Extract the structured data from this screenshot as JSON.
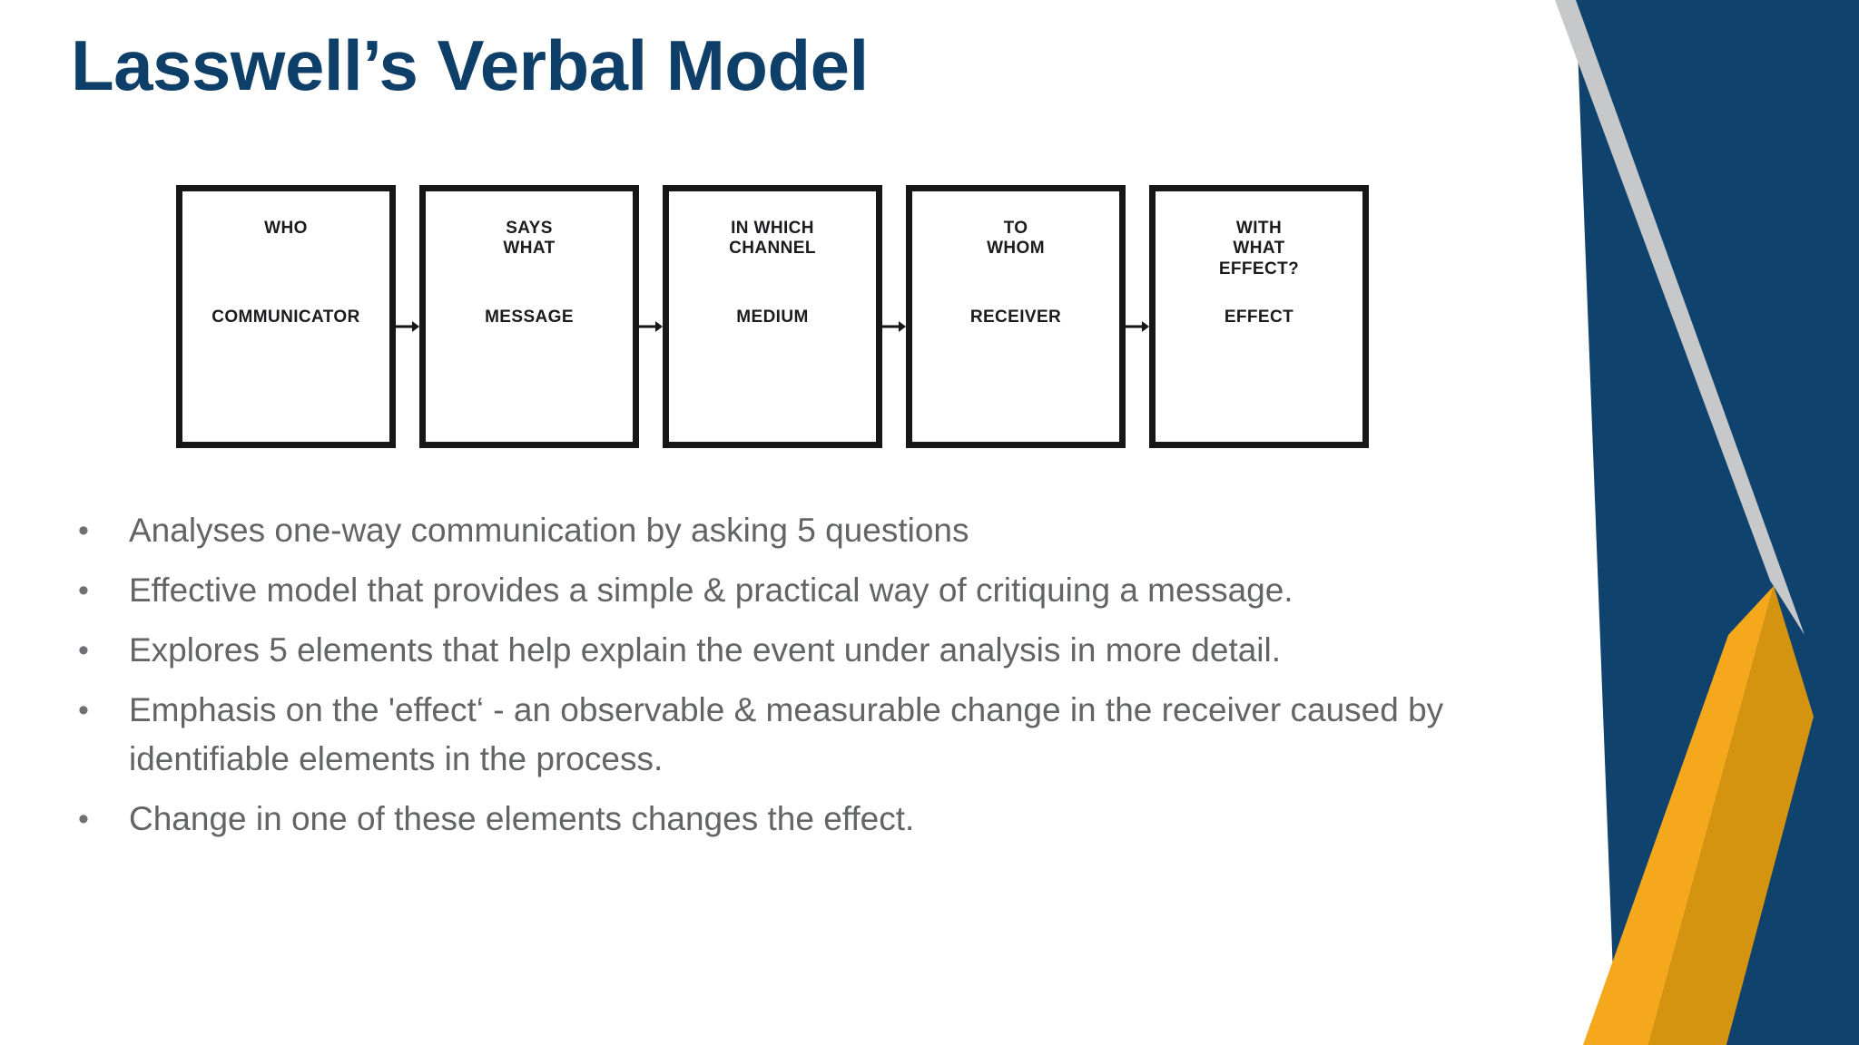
{
  "slide": {
    "title": "Lasswell’s Verbal Model",
    "background_color": "#ffffff",
    "title_color": "#0e3f68",
    "body_text_color": "#636466"
  },
  "decoration": {
    "name": "angled-chevron-corner-graphic",
    "navy": "#10426e",
    "grey": "#c6c8ca",
    "amber_dark": "#d49410",
    "amber_light": "#f5a81c"
  },
  "diagram": {
    "name": "lasswell-model-flow",
    "stages": [
      {
        "question": "WHO",
        "answer": "COMMUNICATOR"
      },
      {
        "question": "SAYS\nWHAT",
        "answer": "MESSAGE"
      },
      {
        "question": "IN WHICH\nCHANNEL",
        "answer": "MEDIUM"
      },
      {
        "question": "TO\nWHOM",
        "answer": "RECEIVER"
      },
      {
        "question": "WITH\nWHAT\nEFFECT?",
        "answer": "EFFECT"
      }
    ],
    "connector_icon": "arrow-right-icon"
  },
  "bullets": {
    "marker": "•",
    "items": [
      "Analyses one-way communication by asking 5 questions",
      "Effective model that provides a simple & practical way of critiquing a message.",
      "Explores 5 elements that help explain the event under analysis in more detail.",
      "Emphasis on the 'effect‘ - an observable & measurable change in the receiver caused by identifiable elements in the process.",
      "Change in one of these elements changes the effect."
    ]
  }
}
